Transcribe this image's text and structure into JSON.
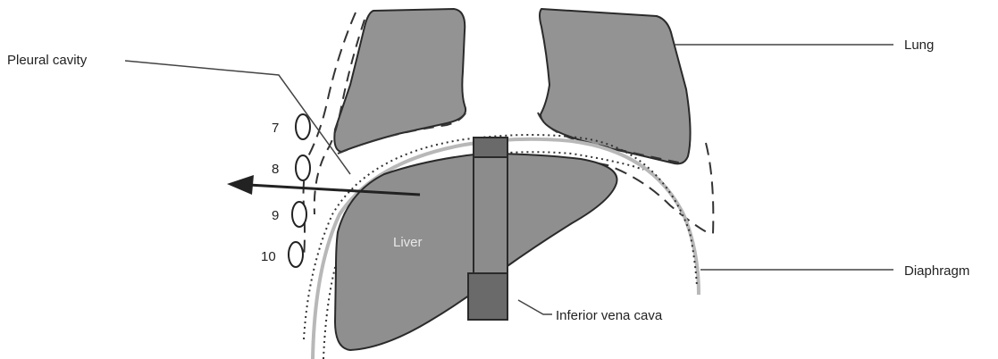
{
  "labels": {
    "pleural_cavity": "Pleural cavity",
    "lung": "Lung",
    "diaphragm": "Diaphragm",
    "liver": "Liver",
    "inferior_vena_cava": "Inferior vena cava"
  },
  "ribs": [
    "7",
    "8",
    "9",
    "10"
  ],
  "colors": {
    "organ_fill": "#8f8f8f",
    "lung_fill": "#939393",
    "ivc_fill": "#6a6a6a",
    "outline": "#2a2a2a",
    "diaphragm_line": "#b8b8b8"
  }
}
